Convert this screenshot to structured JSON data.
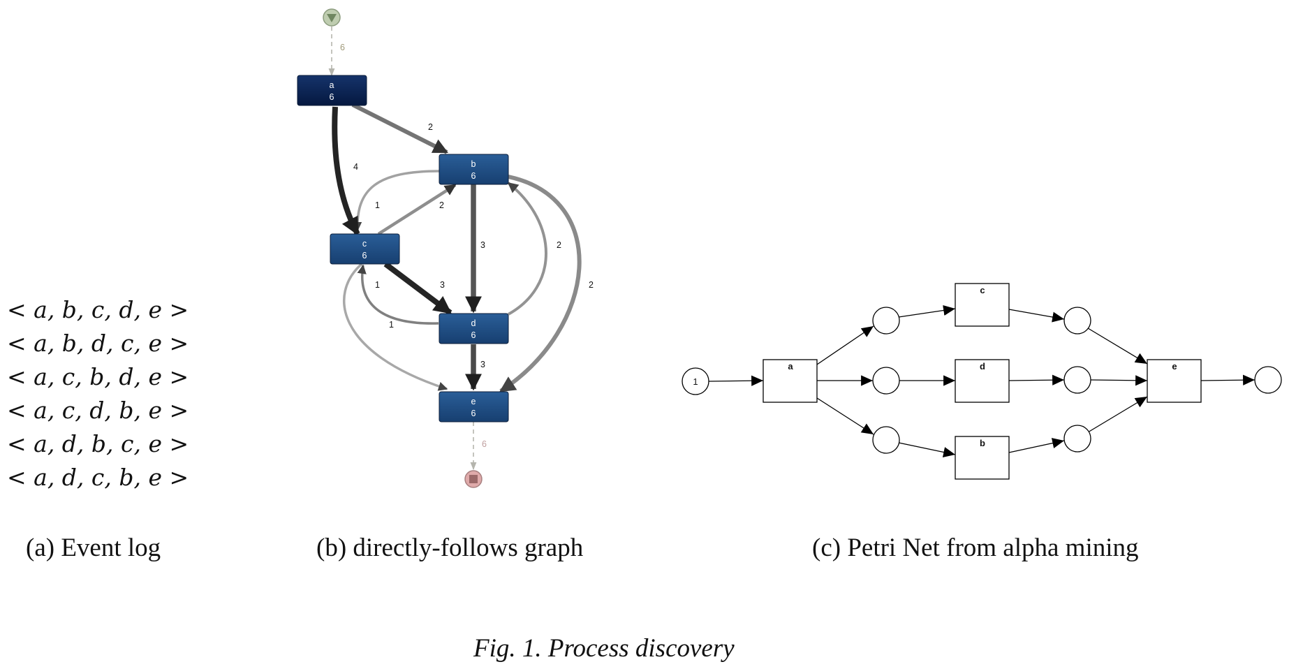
{
  "event_log": {
    "traces": [
      "< a, b, c, d, e >",
      "< a, b, d, c, e >",
      "< a, c, b, d, e >",
      "< a, c, d, b, e >",
      "< a, d, b, c, e >",
      "< a, d, c, b, e >"
    ]
  },
  "dfg": {
    "nodes": [
      {
        "id": "a",
        "label": "a",
        "count": "6"
      },
      {
        "id": "b",
        "label": "b",
        "count": "6"
      },
      {
        "id": "c",
        "label": "c",
        "count": "6"
      },
      {
        "id": "d",
        "label": "d",
        "count": "6"
      },
      {
        "id": "e",
        "label": "e",
        "count": "6"
      }
    ],
    "edges": [
      {
        "from": "a",
        "to": "b",
        "label": "2"
      },
      {
        "from": "a",
        "to": "c",
        "label": "4"
      },
      {
        "from": "b",
        "to": "c",
        "label": "1"
      },
      {
        "from": "c",
        "to": "b",
        "label": "2"
      },
      {
        "from": "b",
        "to": "d",
        "label": "3"
      },
      {
        "from": "d",
        "to": "b",
        "label": "2"
      },
      {
        "from": "b",
        "to": "e",
        "label": "2"
      },
      {
        "from": "c",
        "to": "d",
        "label": "3"
      },
      {
        "from": "d",
        "to": "c",
        "label": "1"
      },
      {
        "from": "c",
        "to": "e",
        "label": "1"
      },
      {
        "from": "d",
        "to": "e",
        "label": "3"
      }
    ],
    "start_count": "6",
    "end_count": "6",
    "colors": {
      "node_start": "#0a2552",
      "node": "#1d4a80",
      "node_stroke": "#0c1e3a",
      "edge_dark": "#262626",
      "edge_mid": "#6d6d6d",
      "edge_light": "#9c9c9c",
      "start_fill": "#bfcdb0",
      "start_marker": "#7f956d",
      "end_fill": "#dfaaaa",
      "end_marker": "#9a6868"
    }
  },
  "petri_net": {
    "transitions": [
      "a",
      "c",
      "d",
      "b",
      "e"
    ],
    "initial_place_token": "1"
  },
  "captions": {
    "a": "(a) Event log",
    "b": "(b) directly-follows graph",
    "c": "(c) Petri Net from alpha mining"
  },
  "figure_caption": "Fig. 1. Process discovery"
}
